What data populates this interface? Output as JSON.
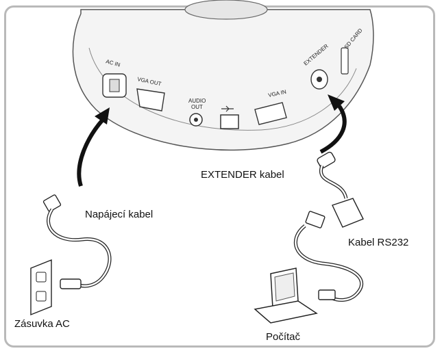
{
  "ports": {
    "ac_in": "AC IN",
    "vga_out": "VGA OUT",
    "audio_out_line1": "AUDIO",
    "audio_out_line2": "OUT",
    "vga_in": "VGA IN",
    "extender": "EXTENDER",
    "sd_card": "SD CARD"
  },
  "labels": {
    "power_cable": "Napájecí kabel",
    "ac_outlet": "Zásuvka AC",
    "extender_cable": "EXTENDER kabel",
    "rs232_cable": "Kabel RS232",
    "computer": "Počítač"
  }
}
